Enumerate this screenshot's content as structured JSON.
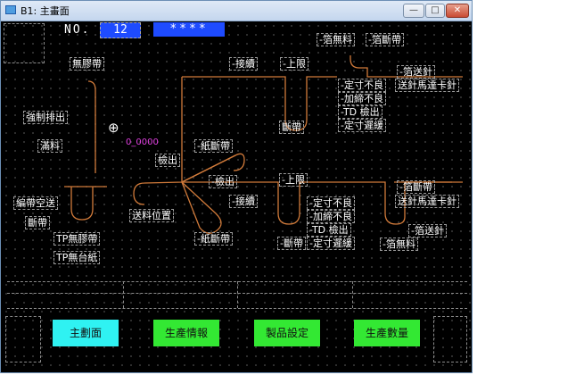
{
  "window": {
    "title": "B1: 主畫面"
  },
  "header": {
    "no_label": "NO.",
    "no_value": "12",
    "stars": "****"
  },
  "labels": {
    "top_right_a": "-箔無料",
    "top_right_b": "-箔斷帶",
    "no_tape": "無膠帶",
    "splice_top": "-接續",
    "limit_top": "-上限",
    "foil_feed_top": "-箔送針",
    "feed_motor_top": "送針馬達卡針",
    "size_bad_top": "-定寸不良",
    "clamp_bad_top": "-加締不良",
    "td_detect_top": "-TD  檢出",
    "size_delay_top": "-定寸遲緩",
    "forced_discharge": "強制排出",
    "break_top": "斷帶",
    "full_material": "滿料",
    "paper_break_top": "-紙斷帶",
    "detect_mid": "檢出",
    "detect_b": "-檢出",
    "limit_b": "-上限",
    "foil_break_b": "-箔斷帶",
    "feed_motor_b": "送針馬達卡針",
    "splice_b": "-接續",
    "size_bad_b": "-定寸不良",
    "clamp_bad_b": "-加締不良",
    "td_detect_b": "-TD  檢出",
    "size_delay_b": "-定寸遲緩",
    "foil_feed_b": "-箔送針",
    "foil_empty_b": "-箔無料",
    "break_b": "-斷帶",
    "tape_feed": "編帶空送",
    "feed_position": "送料位置",
    "break_left": "斷帶",
    "tp_no_tape": "TP無膠帶",
    "tp_no_paper": "TP無台紙",
    "paper_break_b": "-紙斷帶",
    "counter": "0_0000"
  },
  "buttons": {
    "main": "主劃面",
    "production": "生產情報",
    "product_setup": "製品設定",
    "quantity": "生產數量"
  },
  "colors": {
    "main_btn": "#2ff2f2",
    "green_btn": "#33e833",
    "number_box": "#1e4bff",
    "counter": "#e040e0",
    "path": "#d07a3a"
  }
}
